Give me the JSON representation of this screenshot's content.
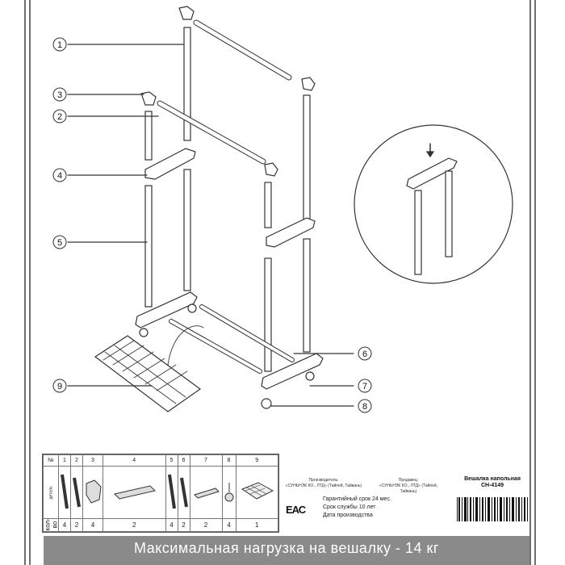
{
  "callouts": [
    "1",
    "2",
    "3",
    "4",
    "5",
    "6",
    "7",
    "8",
    "9"
  ],
  "table": {
    "row_label_detail": "деталь",
    "row_label_qty": "кол-во",
    "number_sign": "№",
    "columns": [
      {
        "num": "1",
        "qty": "4",
        "icon": "tube-long-icon"
      },
      {
        "num": "2",
        "qty": "2",
        "icon": "tube-bar-icon"
      },
      {
        "num": "3",
        "qty": "4",
        "icon": "connector-icon"
      },
      {
        "num": "4",
        "qty": "2",
        "icon": "side-bracket-icon"
      },
      {
        "num": "5",
        "qty": "4",
        "icon": "tube-long-icon"
      },
      {
        "num": "6",
        "qty": "2",
        "icon": "tube-bar-icon"
      },
      {
        "num": "7",
        "qty": "2",
        "icon": "base-foot-icon"
      },
      {
        "num": "8",
        "qty": "4",
        "icon": "wheel-icon"
      },
      {
        "num": "9",
        "qty": "1",
        "icon": "shoe-rack-icon"
      }
    ]
  },
  "info": {
    "manufacturer_label": "Производитель:",
    "manufacturer": "«СУНЬНЭК КО., ЛТД» (Тайпей, Тайвань)",
    "seller_label": "Продавец:",
    "seller": "«СУНЬНЭК КО., ЛТД» (Тайпей, Тайвань)",
    "product_name": "Вешалка напольная",
    "product_code": "CH-4149",
    "eac": "ЕАС",
    "warranty": "Гарантийный срок 24 мес.",
    "service_life": "Срок службы 10 лет",
    "production_date": "Дата производства"
  },
  "banner": "Максимальная нагрузка на вешалку - 14 кг"
}
